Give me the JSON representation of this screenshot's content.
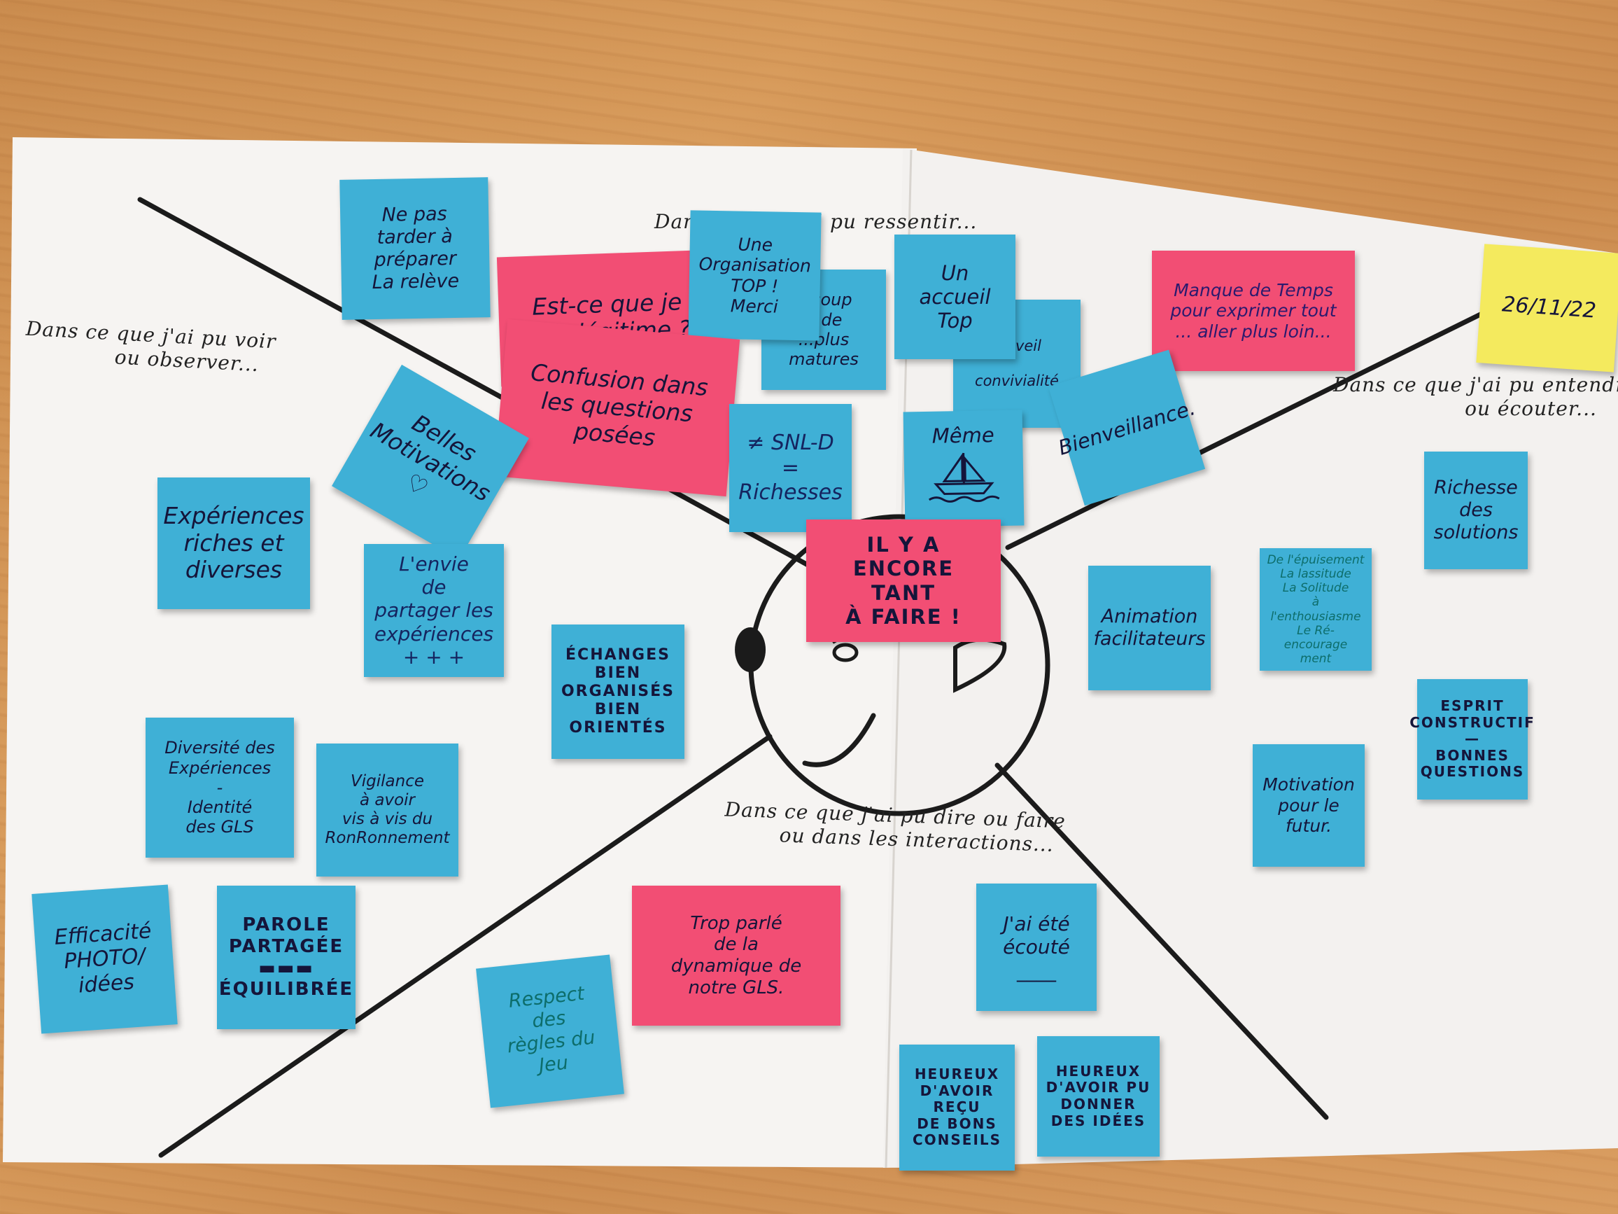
{
  "board": {
    "date": "26/11/22",
    "prompts": {
      "see": "Dans ce que j'ai pu voir\n             ou observer...",
      "feel": "Dans ce que j'ai pu ressentir...",
      "hear": "Dans ce que j'ai pu entendre\n                   ou écouter...",
      "say": "Dans ce que j'ai pu dire ou faire\n        ou dans les interactions..."
    },
    "center_note": "IL Y A ENCORE\nTANT\nÀ FAIRE !"
  },
  "notes": {
    "ne_pas_tarder": "Ne pas\ntarder à\npréparer\nLa relève",
    "legitime": "Est-ce que je\nsuis légitime ?",
    "confusion": "Confusion dans\nles questions\nposées",
    "organisation": "Une\nOrganisation\nTOP !\nMerci",
    "beaucoup": "...coup\n...de\n...plus\nmatures",
    "accueil": "Un\naccueil\nTop",
    "convivialite": "...éveil\n\nconvivialité",
    "manque_temps": "Manque de Temps\npour exprimer tout\n... aller plus loin...",
    "belles_motivations": "Belles\nMotivations\n♡",
    "snl": "≠ SNL-D\n=\nRichesses",
    "meme_bateau": "Même",
    "bienveillance": "Bienveillance.",
    "experiences": "Expériences\nriches et\ndiverses",
    "envie_partager": "L'envie\nde\npartager les\nexpériences\n+ + +",
    "echanges": "ÉCHANGES\nBIEN\nORGANISÉS\nBIEN\nORIENTÉS",
    "animation": "Animation\nfacilitateurs",
    "epuisement": "De l'épuisement\nLa lassitude\nLa Solitude\nà\nl'enthousiasme\nLe Ré-encourage\nment",
    "richesse_solutions": "Richesse\ndes\nsolutions",
    "diversite": "Diversité des\nExpériences\n-\nIdentité\ndes GLS",
    "vigilance": "Vigilance\nà avoir\nvis à vis du\nRonRonnement",
    "esprit": "ESPRIT\nCONSTRUCTIF\n—\nBONNES\nQUESTIONS",
    "motivation_futur": "Motivation\npour le\nfutur.",
    "efficacite": "Efficacité\nPHOTO/\nidées",
    "parole": "PAROLE\nPARTAGÉE\n▬▬▬\nÉQUILIBRÉE",
    "trop_parle": "Trop parlé\nde la\ndynamique de\nnotre GLS.",
    "ecoute": "J'ai été\nécouté\n____",
    "respect": "Respect des\nrègles du\nJeu",
    "heureux_recu": "HEUREUX\nD'AVOIR REÇU\nDE BONS\nCONSEILS",
    "heureux_donner": "HEUREUX\nD'AVOIR PU\nDONNER\nDES IDÉES"
  },
  "colors": {
    "blue_note": "#3fb0d6",
    "pink_note": "#f24e74",
    "yellow_note": "#f4ea5e",
    "paper": "#f6f4f2"
  }
}
